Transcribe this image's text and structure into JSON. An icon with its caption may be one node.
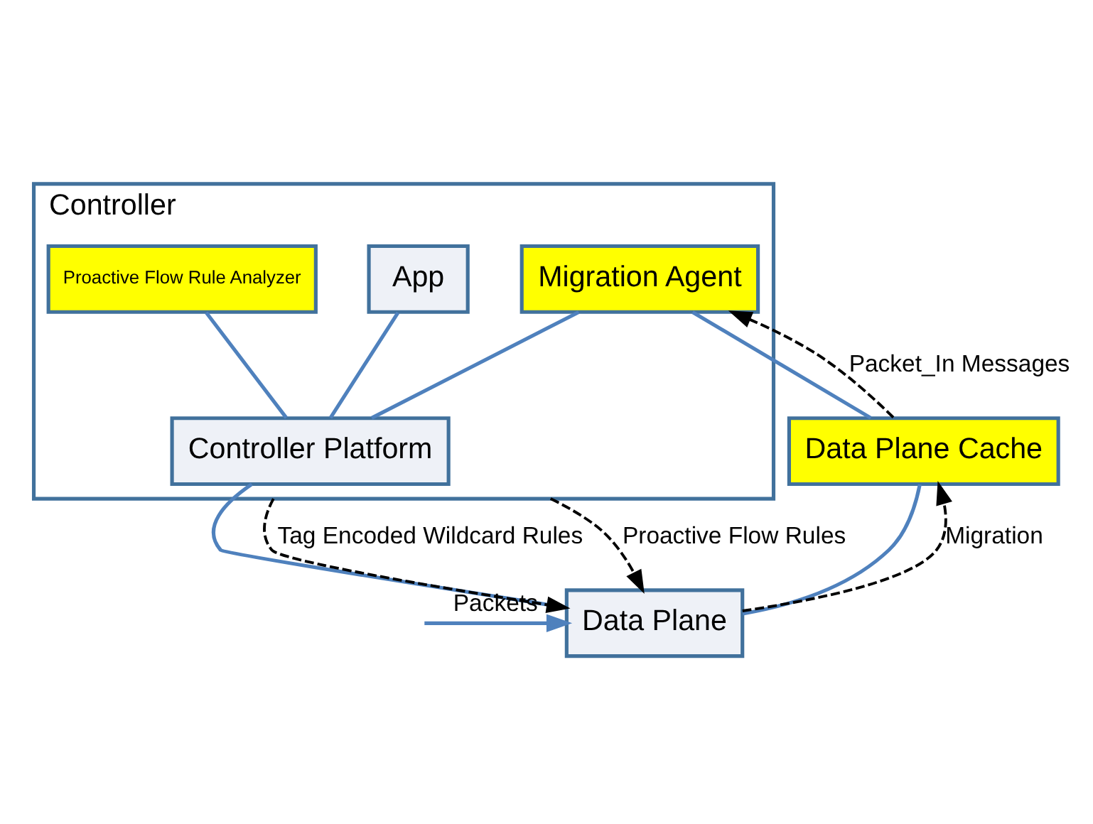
{
  "diagram": {
    "nodes": [
      {
        "text": [
          "Controller"
        ]
      },
      {
        "text": [
          "App"
        ],
        "in": 0
      },
      {
        "text": [
          "Proactive Flow Rule Analyzer"
        ],
        "in": 0
      },
      {
        "text": [
          "Migration Agent"
        ],
        "in": 0
      },
      {
        "text": [
          "Controller Platform"
        ],
        "in": 0
      },
      {
        "text": [
          "Data Plane Cache"
        ]
      },
      {
        "text": [
          "Data Plane"
        ]
      }
    ],
    "edges": [
      {
        "from": 1,
        "to": 4,
        "arrow": "none"
      },
      {
        "from": 2,
        "to": 4,
        "arrow": "none"
      },
      {
        "from": 3,
        "to": 4,
        "arrow": "none"
      },
      {
        "from": 4,
        "to": 6,
        "arrow": "none"
      },
      {
        "from": 3,
        "to": 5,
        "arrow": "none"
      },
      {
        "from": 5,
        "to": 6,
        "arrow": "none"
      },
      {
        "from": 0,
        "to": 6,
        "arrow": "to",
        "label": "Tag Encoded Wildcard Rules",
        "style": "dashed",
        "color": "#000000"
      },
      {
        "from": 0,
        "to": 6,
        "arrow": "to",
        "label": "Proactive Flow Rules",
        "style": "dashed",
        "color": "#000000"
      },
      {
        "from": 5,
        "to": 3,
        "arrow": "to",
        "label": "Packet_In Messages",
        "style": "dashed",
        "color": "#000000"
      },
      {
        "from": 6,
        "to": 5,
        "arrow": "to",
        "label": "Migration",
        "style": "dashed",
        "color": "#000000"
      },
      {
        "from": null,
        "to": 6,
        "arrow": "to",
        "label": "Packets"
      }
    ]
  }
}
